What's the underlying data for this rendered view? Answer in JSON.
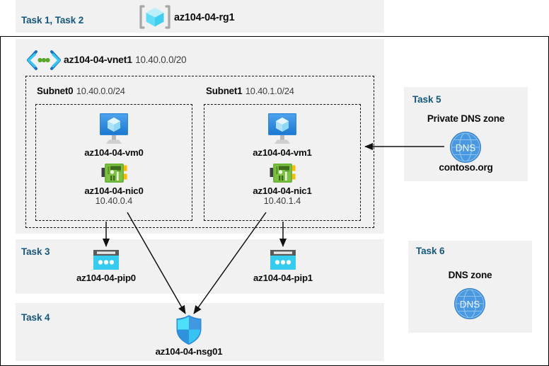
{
  "diagram": {
    "title_bar": {
      "task_label": "Task 1, Task 2",
      "resource_group_name": "az104-04-rg1",
      "resource_group_icon": "resource-group-icon"
    },
    "vnet": {
      "icon": "virtual-network-icon",
      "name": "az104-04-vnet1",
      "address_space": "10.40.0.0/20"
    },
    "subnets": [
      {
        "label": "Subnet0",
        "cidr": "10.40.0.0/24",
        "vm": {
          "icon": "virtual-machine-icon",
          "name": "az104-04-vm0"
        },
        "nic": {
          "icon": "network-interface-icon",
          "name": "az104-04-nic0",
          "ip": "10.40.0.4"
        }
      },
      {
        "label": "Subnet1",
        "cidr": "10.40.1.0/24",
        "vm": {
          "icon": "virtual-machine-icon",
          "name": "az104-04-vm1"
        },
        "nic": {
          "icon": "network-interface-icon",
          "name": "az104-04-nic1",
          "ip": "10.40.1.4"
        }
      }
    ],
    "task3": {
      "label": "Task 3",
      "public_ips": [
        {
          "icon": "public-ip-address-icon",
          "name": "az104-04-pip0"
        },
        {
          "icon": "public-ip-address-icon",
          "name": "az104-04-pip1"
        }
      ]
    },
    "task4": {
      "label": "Task 4",
      "nsg": {
        "icon": "network-security-group-icon",
        "name": "az104-04-nsg01"
      }
    },
    "task5": {
      "label": "Task 5",
      "title": "Private DNS zone",
      "icon": "dns-zone-icon",
      "icon_text": "DNS",
      "zone_name": "contoso.org"
    },
    "task6": {
      "label": "Task 6",
      "title": "DNS zone",
      "icon": "dns-zone-icon",
      "icon_text": "DNS"
    },
    "colors": {
      "task_label": "#15577e",
      "panel_bg": "#f1f1f1",
      "page_bg": "#ffffff",
      "azure_blue": "#3b8fe0",
      "cyan": "#32c5f4",
      "nic_green": "#6cb33f",
      "dns_blue": "#3d8fdd"
    }
  }
}
